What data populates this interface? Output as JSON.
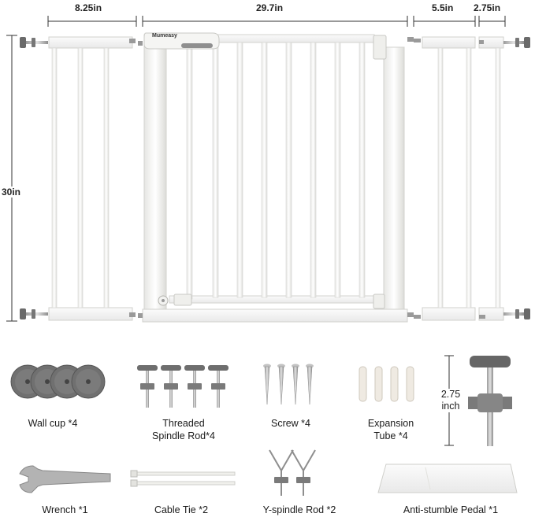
{
  "brand": "Mumeasy",
  "dimensions": {
    "left_extension_width": "8.25in",
    "gate_width": "29.7in",
    "extension_mid_width": "5.5in",
    "extension_small_width": "2.75in",
    "height": "30in",
    "spindle_length": "2.75",
    "spindle_unit": "inch"
  },
  "accessories": [
    {
      "name": "Wall cup *4"
    },
    {
      "name_line1": "Threaded",
      "name_line2": "Spindle Rod*4"
    },
    {
      "name": "Screw *4"
    },
    {
      "name_line1": "Expansion",
      "name_line2": "Tube *4"
    },
    {
      "name": "Wrench *1"
    },
    {
      "name": "Cable Tie *2"
    },
    {
      "name": "Y-spindle Rod *2"
    },
    {
      "name": "Anti-stumble Pedal *1"
    }
  ],
  "colors": {
    "frame": "#f4f4f2",
    "frame_edge": "#d6d6d2",
    "accessory_gray": "#6e6e6e",
    "metal": "#b9b9b9"
  }
}
